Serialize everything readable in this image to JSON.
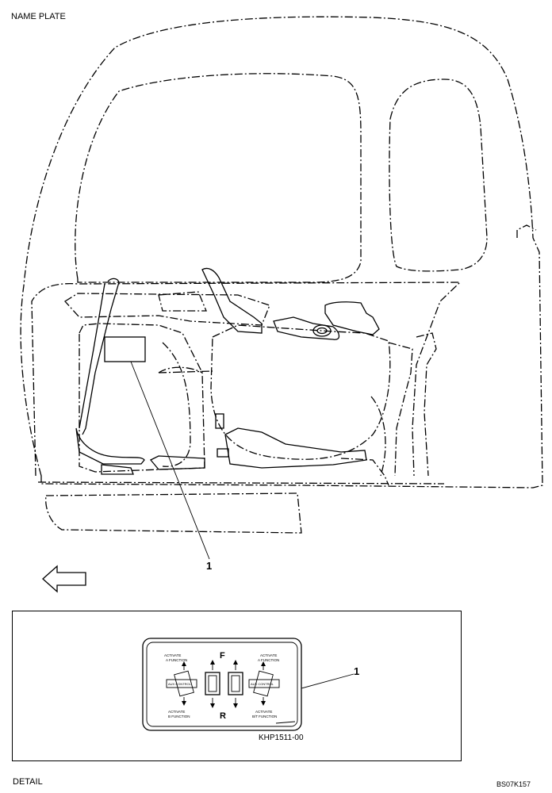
{
  "header": {
    "title": "NAME PLATE"
  },
  "callouts": {
    "main": "1",
    "detail": "1"
  },
  "plate": {
    "forward": "F",
    "reverse": "R",
    "top_left_text_1": "ACTIVATE",
    "top_left_text_2": "A FUNCTION",
    "top_right_text_1": "ACTIVATE",
    "top_right_text_2": "A FUNCTION",
    "bottom_left_text_1": "ACTIVATE",
    "bottom_left_text_2": "B FUNCTION",
    "bottom_right_text_1": "ACTIVATE",
    "bottom_right_text_2": "B/T FUNCTION",
    "control_label_left": "AUX CONTROL",
    "control_label_right": "AUX CONTROL"
  },
  "detail": {
    "part_number": "KHP1511-00",
    "label": "DETAIL"
  },
  "footer": {
    "figure_id": "BS07K157"
  },
  "icons": {
    "direction_arrow": "left-arrow-icon"
  }
}
